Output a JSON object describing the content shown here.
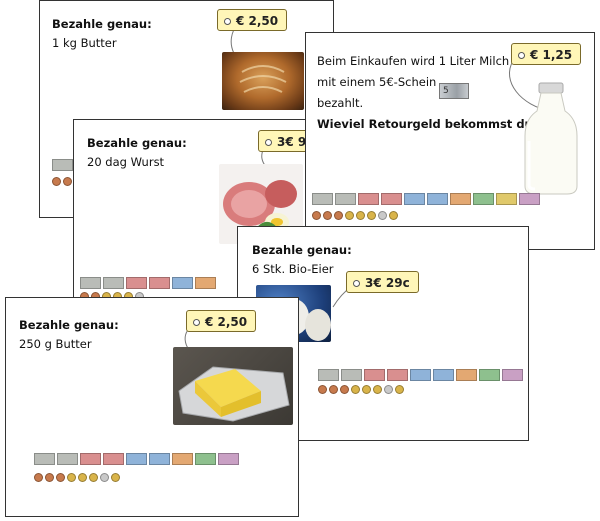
{
  "cards": {
    "c1": {
      "l1": "Bezahle genau:",
      "l2": "1 kg Butter",
      "price": "€ 2,50"
    },
    "c2": {
      "l1": "Bezahle genau:",
      "l2": "20 dag Wurst",
      "price": "3€ 9"
    },
    "c3": {
      "lines": [
        "Beim Einkaufen wird 1 Liter Milch",
        "mit einem 5€-Schein",
        "bezahlt.",
        "Wieviel Retourgeld bekommst du?"
      ],
      "price": "€ 1,25",
      "note_label": "5"
    },
    "c4": {
      "l1": "Bezahle genau:",
      "l2": "6 Stk. Bio-Eier",
      "price": "3€ 29c"
    },
    "c5": {
      "l1": "Bezahle genau:",
      "l2": "250 g Butter",
      "price": "€ 2,50"
    }
  },
  "colors": {
    "tag_fill": "#fff6b8",
    "bill_colors": [
      "#b9bcb7",
      "#b9bcb7",
      "#d98f8f",
      "#d98f8f",
      "#8fb3d9",
      "#8fb3d9",
      "#e3a872",
      "#8ec08e",
      "#e0c96b",
      "#c9a0c4"
    ],
    "coin_colors": [
      "#c77a4d",
      "#c77a4d",
      "#c77a4d",
      "#d9b44a",
      "#d9b44a",
      "#d9b44a",
      "#c9c9c9",
      "#d9b44a"
    ]
  }
}
